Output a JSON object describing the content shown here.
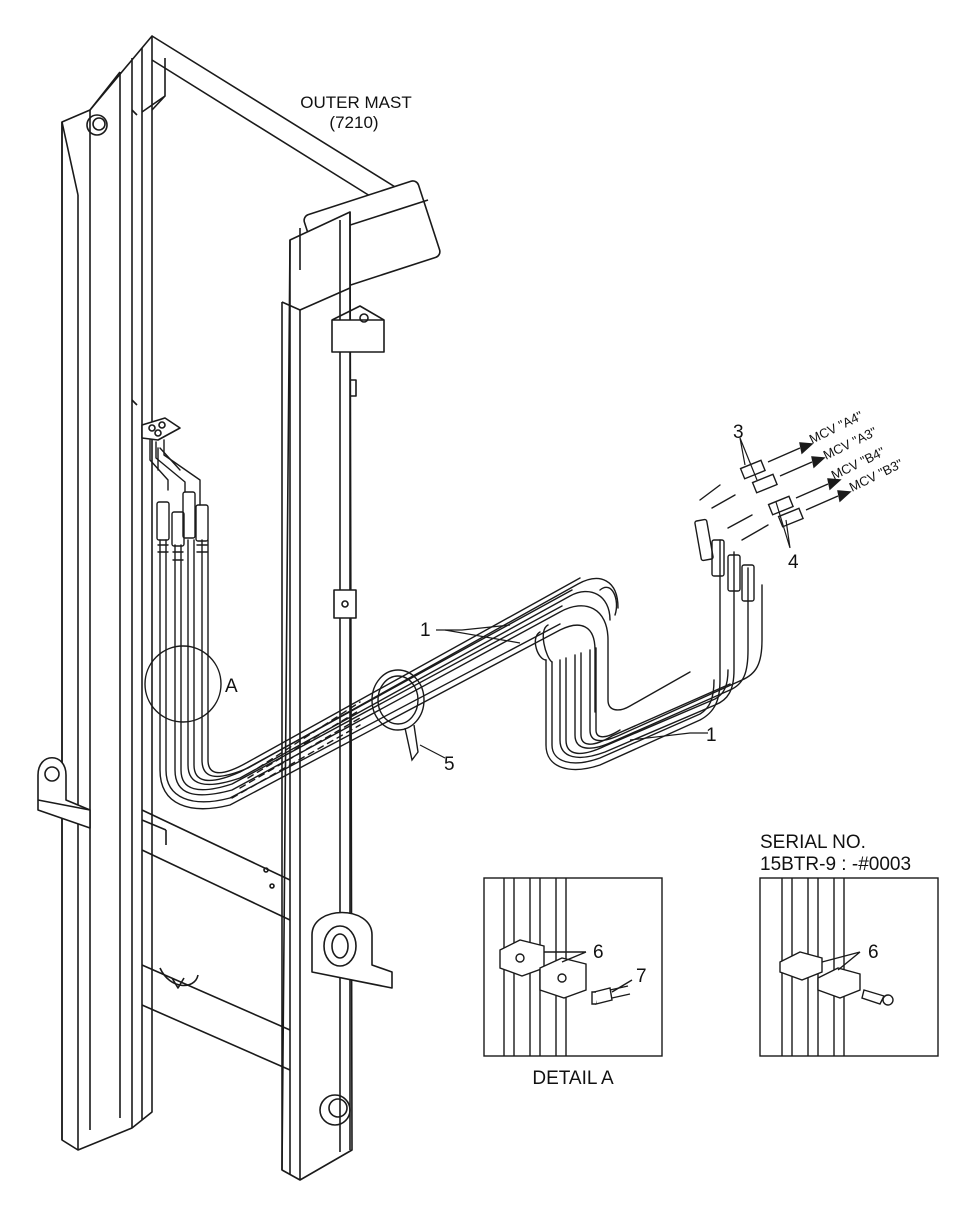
{
  "title": {
    "line1": "OUTER MAST",
    "line2": "(7210)"
  },
  "callouts": {
    "hose": "1",
    "hose_right": "1",
    "adapter_upper": "3",
    "adapter_lower": "4",
    "cable_tie": "5",
    "detail_ref": "A"
  },
  "mcv_ports": {
    "a4": "MCV \"A4\"",
    "a3": "MCV \"A3\"",
    "b4": "MCV \"B4\"",
    "b3": "MCV \"B3\""
  },
  "detail_a": {
    "caption": "DETAIL A",
    "clamp_label": "6",
    "bolt_label": "7"
  },
  "serial_detail": {
    "line1": "SERIAL NO.",
    "line2": "15BTR-9 : -#0003",
    "clamp_label": "6"
  },
  "colors": {
    "line": "#1a1a1a",
    "background": "#ffffff"
  }
}
